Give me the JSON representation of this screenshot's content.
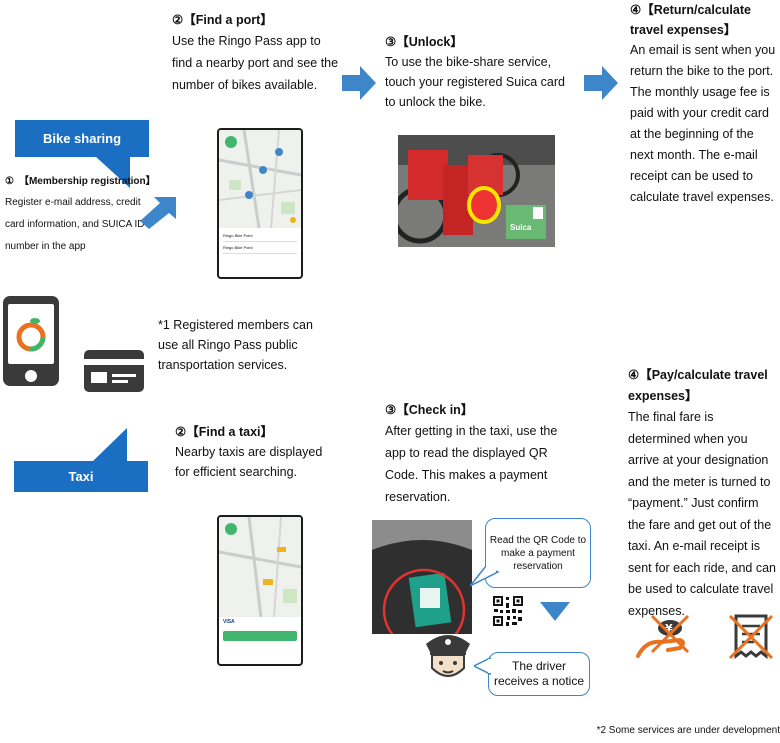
{
  "bike_sharing_label": "Bike sharing",
  "taxi_label": "Taxi",
  "membership": {
    "title": "①　【Membership registration】",
    "body": "Register e-mail address, credit card information, and SUICA ID number in the app"
  },
  "bike_steps": {
    "find_port_title": "②【Find a port】",
    "find_port_body": "Use the Ringo Pass app to find a nearby port and see the number of bikes available.",
    "unlock_title": "③【Unlock】",
    "unlock_body": "To use the bike-share service, touch your registered Suica card to unlock the bike.",
    "return_title": "④【Return/calculate travel expenses】",
    "return_body": "An email is sent when you return the bike to the port. The monthly usage fee is paid with your credit card at the beginning of the next month. The e-mail receipt can be used to calculate travel expenses."
  },
  "note1": "*1 Registered members can use all Ringo Pass public transportation services.",
  "taxi_steps": {
    "find_taxi_title": "②【Find a taxi】",
    "find_taxi_body": "Nearby taxis are displayed for efficient searching.",
    "checkin_title": "③【Check in】",
    "checkin_body": "After getting in the taxi, use the app to read the displayed QR Code. This makes a payment reservation.",
    "pay_title": "④【Pay/calculate travel expenses】",
    "pay_body": "The final fare is determined when you arrive at your designation and the meter is turned to “payment.” Just confirm the fare and get out of the taxi. An e-mail receipt is sent for each ride, and can be used to calculate travel expenses."
  },
  "callout_qr": "Read the QR Code to make a payment reservation",
  "callout_driver": "The driver receives a notice",
  "suica_text": "Suica",
  "app_list": {
    "port_name_1": "Ringo Bike Point",
    "port_name_2": "Ringo Bike Point",
    "card_brand": "VISA"
  },
  "footnote": "*2 Some services are under development",
  "colors": {
    "accent_blue": "#1a6fc2",
    "arrow_blue": "#3d86c9",
    "app_green": "#3fb56d",
    "icon_orange": "#e8721f",
    "dark_gray": "#3a3a3a"
  }
}
